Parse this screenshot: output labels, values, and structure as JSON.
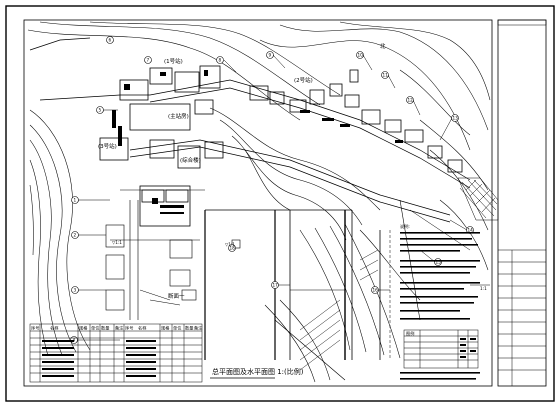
{
  "drawing": {
    "caption": "总平面图及水平面图 1:(比例)",
    "labels": {
      "block_top": "(1号站)",
      "block_top_right": "(2号站)",
      "block_mid": "(3号站)",
      "block_main": "(主站房)",
      "block_side": "(综合楼)",
      "detail_mark": "断面一",
      "north_mark": "北",
      "ref_a": "▽1:1",
      "ref_b": "▽1:1",
      "table_mark": "1:1"
    },
    "circles": [
      "1",
      "2",
      "3",
      "4",
      "5",
      "6",
      "7",
      "8",
      "9",
      "10",
      "11",
      "12",
      "13",
      "14",
      "15",
      "16",
      "17",
      "18"
    ],
    "notes_title": "说明:",
    "legend_title": "图例",
    "table_header": [
      "序号",
      "名称",
      "规格",
      "单位",
      "数量",
      "备注",
      "序号",
      "名称",
      "规格",
      "单位",
      "数量",
      "备注"
    ]
  },
  "colors": {
    "ink": "#000000",
    "paper": "#ffffff"
  }
}
